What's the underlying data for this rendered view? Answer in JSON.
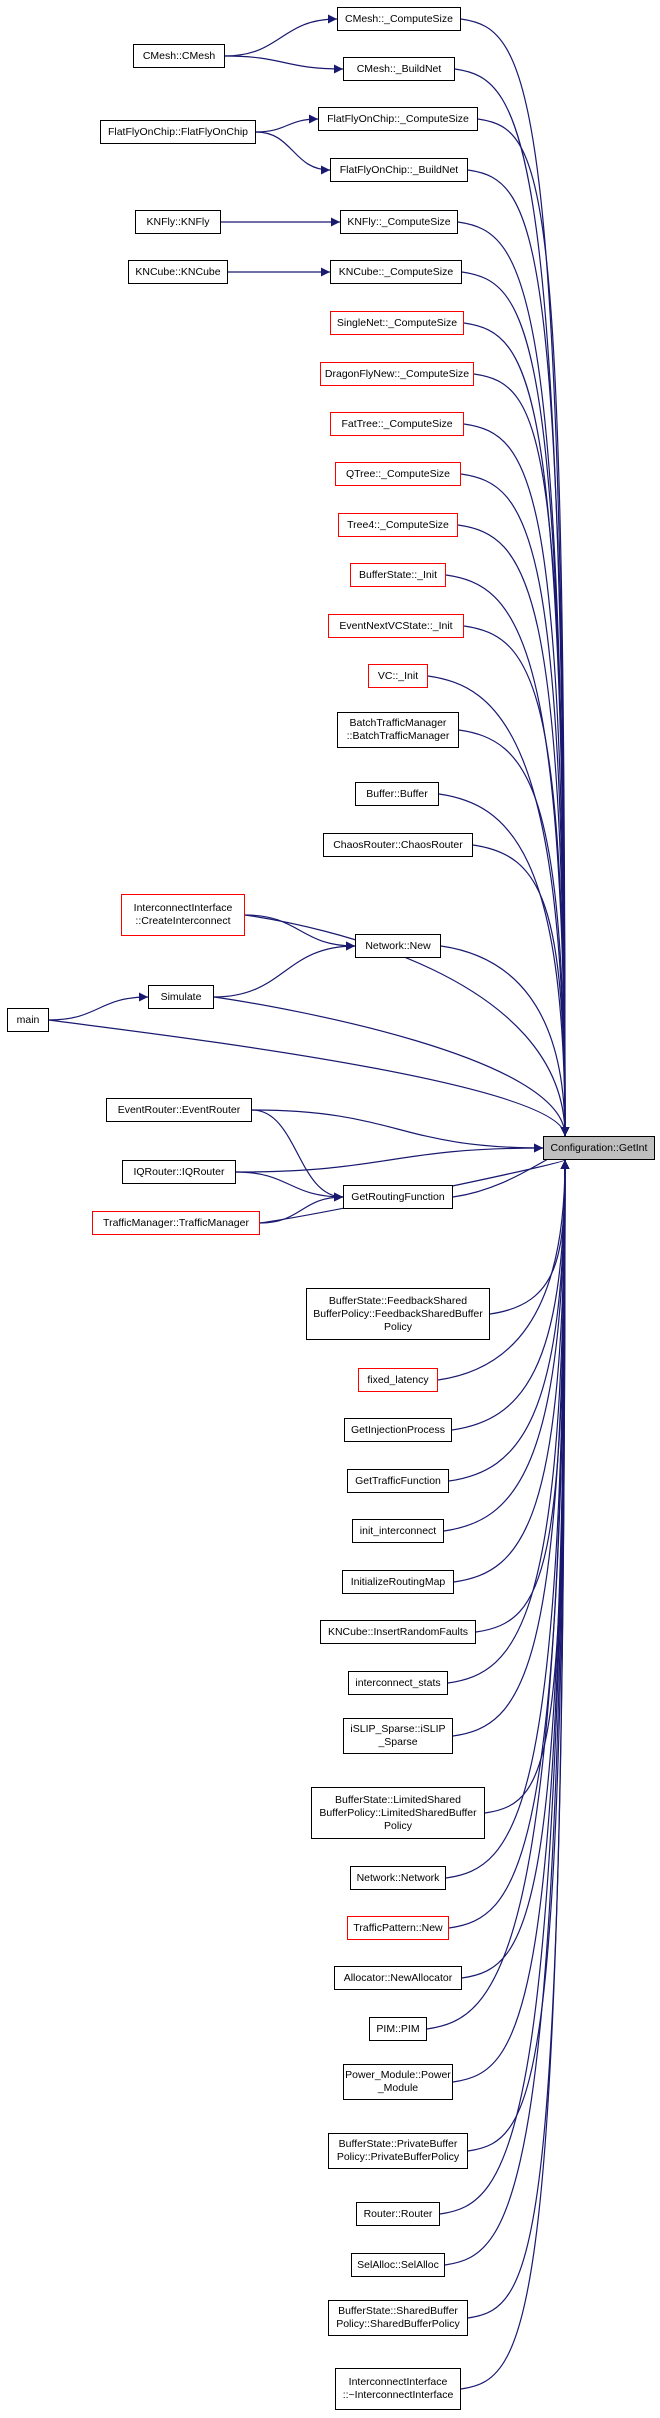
{
  "colors": {
    "edge": "#191970",
    "border": "#000000",
    "red_border": "#ff0000",
    "target_fill": "#bfbfbf"
  },
  "target": {
    "id": "getint",
    "label": "Configuration::GetInt"
  },
  "nodes": [
    {
      "id": "cmesh_computesize",
      "label": "CMesh::_ComputeSize",
      "red": false
    },
    {
      "id": "cmesh_cmesh",
      "label": "CMesh::CMesh",
      "red": false
    },
    {
      "id": "cmesh_buildnet",
      "label": "CMesh::_BuildNet",
      "red": false
    },
    {
      "id": "flatfly_ctor",
      "label": "FlatFlyOnChip::FlatFlyOnChip",
      "red": false
    },
    {
      "id": "flatfly_computesize",
      "label": "FlatFlyOnChip::_ComputeSize",
      "red": false
    },
    {
      "id": "flatfly_buildnet",
      "label": "FlatFlyOnChip::_BuildNet",
      "red": false
    },
    {
      "id": "knfly_ctor",
      "label": "KNFly::KNFly",
      "red": false
    },
    {
      "id": "knfly_computesize",
      "label": "KNFly::_ComputeSize",
      "red": false
    },
    {
      "id": "kncube_ctor",
      "label": "KNCube::KNCube",
      "red": false
    },
    {
      "id": "kncube_computesize",
      "label": "KNCube::_ComputeSize",
      "red": false
    },
    {
      "id": "singlenet_computesize",
      "label": "SingleNet::_ComputeSize",
      "red": true
    },
    {
      "id": "dragonfly_computesize",
      "label": "DragonFlyNew::_ComputeSize",
      "red": true
    },
    {
      "id": "fattree_computesize",
      "label": "FatTree::_ComputeSize",
      "red": true
    },
    {
      "id": "qtree_computesize",
      "label": "QTree::_ComputeSize",
      "red": true
    },
    {
      "id": "tree4_computesize",
      "label": "Tree4::_ComputeSize",
      "red": true
    },
    {
      "id": "bufferstate_init",
      "label": "BufferState::_Init",
      "red": true
    },
    {
      "id": "eventnext_init",
      "label": "EventNextVCState::_Init",
      "red": true
    },
    {
      "id": "vc_init",
      "label": "VC::_Init",
      "red": true
    },
    {
      "id": "batchtraffic",
      "label": "BatchTrafficManager\n::BatchTrafficManager",
      "red": false
    },
    {
      "id": "buffer_buffer",
      "label": "Buffer::Buffer",
      "red": false
    },
    {
      "id": "chaosrouter",
      "label": "ChaosRouter::ChaosRouter",
      "red": false
    },
    {
      "id": "interconnect_create",
      "label": "InterconnectInterface\n::CreateInterconnect",
      "red": true
    },
    {
      "id": "network_new",
      "label": "Network::New",
      "red": false
    },
    {
      "id": "simulate",
      "label": "Simulate",
      "red": false
    },
    {
      "id": "main",
      "label": "main",
      "red": false
    },
    {
      "id": "eventrouter",
      "label": "EventRouter::EventRouter",
      "red": false
    },
    {
      "id": "iqrouter",
      "label": "IQRouter::IQRouter",
      "red": false
    },
    {
      "id": "getroutingfunction",
      "label": "GetRoutingFunction",
      "red": false
    },
    {
      "id": "trafficmanager",
      "label": "TrafficManager::TrafficManager",
      "red": true
    },
    {
      "id": "feedbackshared",
      "label": "BufferState::FeedbackShared\nBufferPolicy::FeedbackSharedBuffer\nPolicy",
      "red": false
    },
    {
      "id": "fixed_latency",
      "label": "fixed_latency",
      "red": true
    },
    {
      "id": "getinjectionprocess",
      "label": "GetInjectionProcess",
      "red": false
    },
    {
      "id": "gettrafficfunction",
      "label": "GetTrafficFunction",
      "red": false
    },
    {
      "id": "init_interconnect",
      "label": "init_interconnect",
      "red": false
    },
    {
      "id": "initializeroutingmap",
      "label": "InitializeRoutingMap",
      "red": false
    },
    {
      "id": "kncube_insertfaults",
      "label": "KNCube::InsertRandomFaults",
      "red": false
    },
    {
      "id": "interconnect_stats",
      "label": "interconnect_stats",
      "red": false
    },
    {
      "id": "islip_sparse",
      "label": "iSLIP_Sparse::iSLIP\n_Sparse",
      "red": false
    },
    {
      "id": "limitedshared",
      "label": "BufferState::LimitedShared\nBufferPolicy::LimitedSharedBuffer\nPolicy",
      "red": false
    },
    {
      "id": "network_network",
      "label": "Network::Network",
      "red": false
    },
    {
      "id": "trafficpattern_new",
      "label": "TrafficPattern::New",
      "red": true
    },
    {
      "id": "allocator_new",
      "label": "Allocator::NewAllocator",
      "red": false
    },
    {
      "id": "pim_pim",
      "label": "PIM::PIM",
      "red": false
    },
    {
      "id": "power_module",
      "label": "Power_Module::Power\n_Module",
      "red": false
    },
    {
      "id": "privatebuffer",
      "label": "BufferState::PrivateBuffer\nPolicy::PrivateBufferPolicy",
      "red": false
    },
    {
      "id": "router_router",
      "label": "Router::Router",
      "red": false
    },
    {
      "id": "selalloc",
      "label": "SelAlloc::SelAlloc",
      "red": false
    },
    {
      "id": "sharedbuffer",
      "label": "BufferState::SharedBuffer\nPolicy::SharedBufferPolicy",
      "red": false
    },
    {
      "id": "interconnect_dtor",
      "label": "InterconnectInterface\n::~InterconnectInterface",
      "red": false
    }
  ]
}
